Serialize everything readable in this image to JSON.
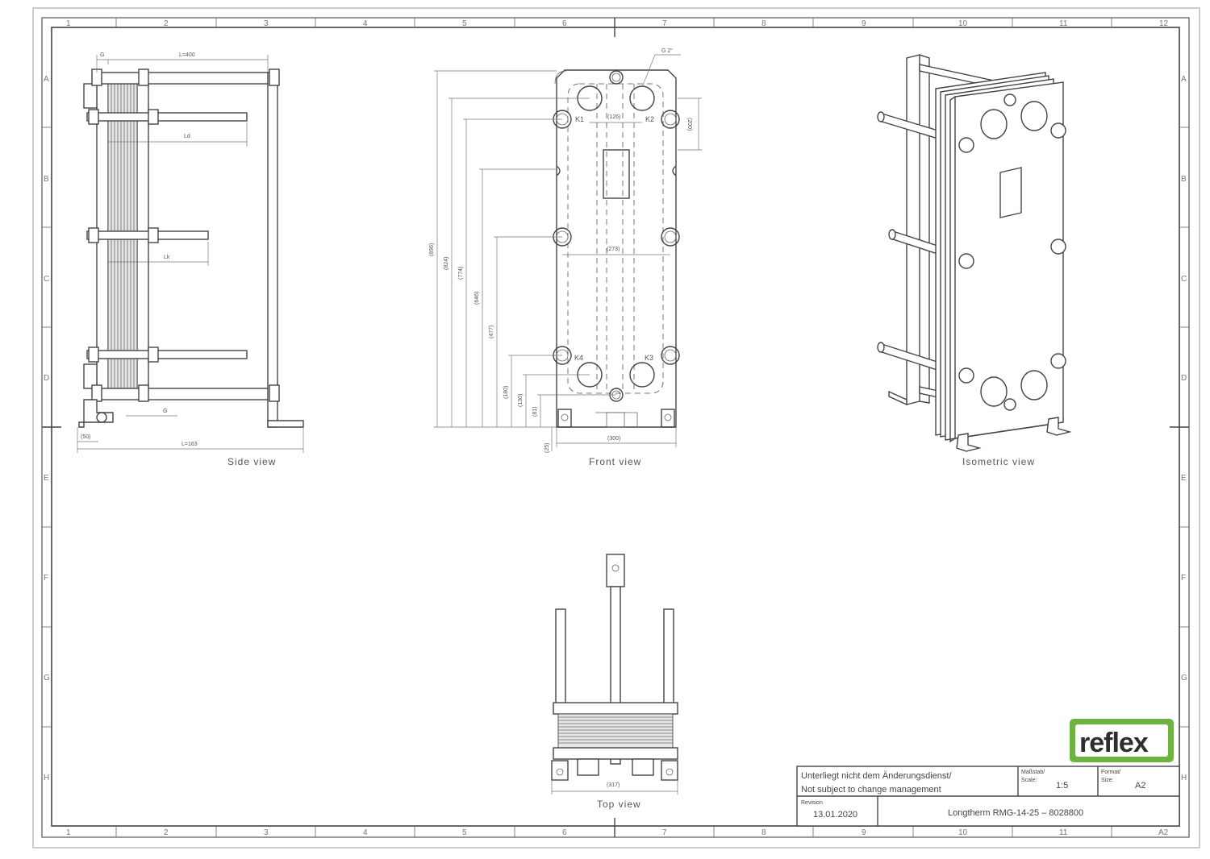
{
  "grid": {
    "columns": [
      "1",
      "2",
      "3",
      "4",
      "5",
      "6",
      "7",
      "8",
      "9",
      "10",
      "11",
      "12"
    ],
    "columns_bottom": [
      "1",
      "2",
      "3",
      "4",
      "5",
      "6",
      "7",
      "8",
      "9",
      "10",
      "11",
      "A2"
    ],
    "rows": [
      "A",
      "B",
      "C",
      "D",
      "E",
      "F",
      "G",
      "H"
    ]
  },
  "views": {
    "side": {
      "label": "Side view",
      "dims": {
        "g_top": "G",
        "l400": "L=400",
        "ld": "Ld",
        "lk": "Lk",
        "g_bottom": "G",
        "d50": "(50)",
        "l163": "L=163"
      }
    },
    "front": {
      "label": "Front view",
      "ports": [
        "K1",
        "K2",
        "K4",
        "K3"
      ],
      "thread": "G 2\"",
      "dims": {
        "d126": "(126)",
        "d200": "(200)",
        "d273": "(273)",
        "d300": "(300)",
        "d25": "(25)",
        "v896": "(896)",
        "v824": "(824)",
        "v774": "(774)",
        "v646": "(646)",
        "v477": "(477)",
        "v180": "(180)",
        "v130": "(130)",
        "v81": "(81)"
      }
    },
    "isometric": {
      "label": "Isometric view"
    },
    "top": {
      "label": "Top view",
      "dims": {
        "d317": "(317)"
      }
    }
  },
  "title_block": {
    "note_de": "Unterliegt nicht dem Änderungsdienst/",
    "note_en": "Not subject to change management",
    "scale_label_de": "Maßstab/",
    "scale_label_en": "Scale:",
    "scale": "1:5",
    "format_label_de": "Format/",
    "format_label_en": "Size:",
    "format": "A2",
    "revision_label": "Revision",
    "revision_date": "13.01.2020",
    "title": "Longtherm RMG-14-25 – 8028800"
  },
  "logo": {
    "text": "reflex",
    "color": "#6db33f"
  }
}
